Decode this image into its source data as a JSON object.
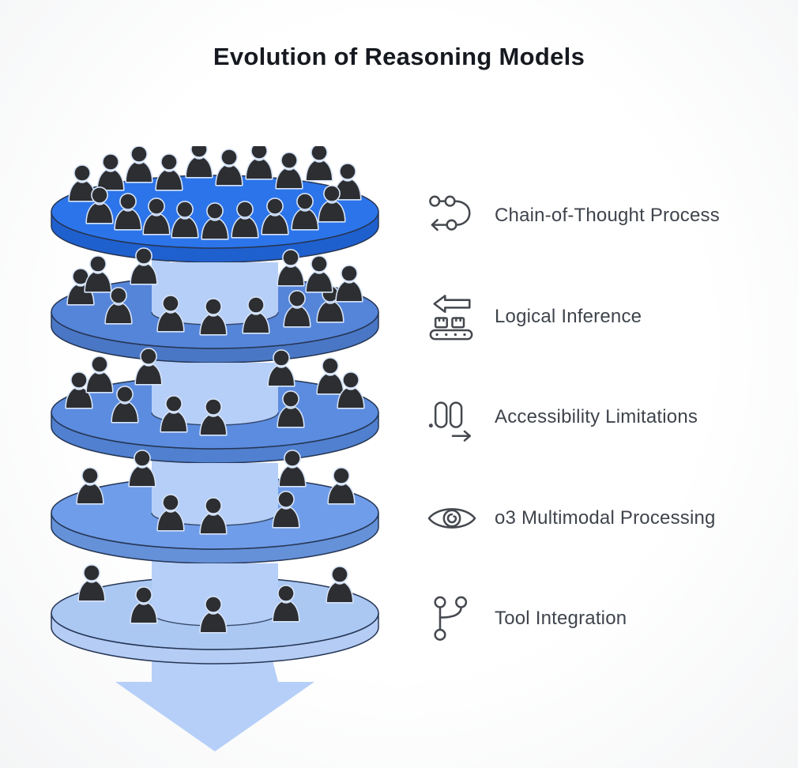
{
  "title": "Evolution of Reasoning Models",
  "funnel": {
    "description": "Five stacked disks with person figures, decreasing in count toward the bottom, pierced by a downward flow arrow",
    "arrow_color": "#b6cff8",
    "outline_color": "#263655",
    "person_color": "#2d2e31",
    "person_outline": "#d6e3f7",
    "disks": [
      {
        "level": 1,
        "people": 19,
        "top_color": "#2c74ea",
        "side_color": "#1f60cf"
      },
      {
        "level": 2,
        "people": 12,
        "top_color": "#5585d9",
        "side_color": "#4a77c5"
      },
      {
        "level": 3,
        "people": 10,
        "top_color": "#5b8cdf",
        "side_color": "#5080cf"
      },
      {
        "level": 4,
        "people": 7,
        "top_color": "#6f9de9",
        "side_color": "#6591d9"
      },
      {
        "level": 5,
        "people": 5,
        "top_color": "#abc8f3",
        "side_color": "#b5cdf4"
      }
    ]
  },
  "legend": {
    "text_color": "#3f444c",
    "icon_color": "#45494f",
    "items": [
      {
        "icon": "route-icon",
        "label": "Chain-of-Thought Process"
      },
      {
        "icon": "conveyor-icon",
        "label": "Logical Inference"
      },
      {
        "icon": "decimal-icon",
        "label": "Accessibility Limitations"
      },
      {
        "icon": "eye-icon",
        "label": "o3 Multimodal Processing"
      },
      {
        "icon": "branch-icon",
        "label": "Tool Integration"
      }
    ]
  }
}
